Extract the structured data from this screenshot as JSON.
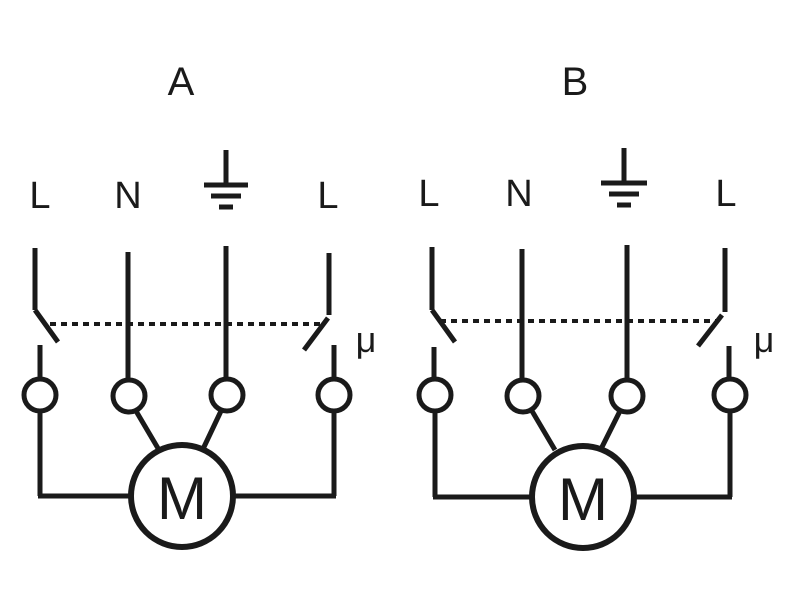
{
  "diagrams": [
    {
      "id": "A",
      "title": "A",
      "terminals": [
        "L",
        "N",
        "ground",
        "L"
      ],
      "labels": {
        "line_1": "L",
        "neutral": "N",
        "line_2": "L"
      },
      "switch_symbol": "μ",
      "motor_label": "M",
      "icons": {
        "ground": "ground-icon"
      }
    },
    {
      "id": "B",
      "title": "B",
      "terminals": [
        "L",
        "N",
        "ground",
        "L"
      ],
      "labels": {
        "line_1": "L",
        "neutral": "N",
        "line_2": "L"
      },
      "switch_symbol": "μ",
      "motor_label": "M",
      "icons": {
        "ground": "ground-icon"
      }
    }
  ],
  "colors": {
    "line": "#1a1a1a",
    "background": "#ffffff"
  }
}
